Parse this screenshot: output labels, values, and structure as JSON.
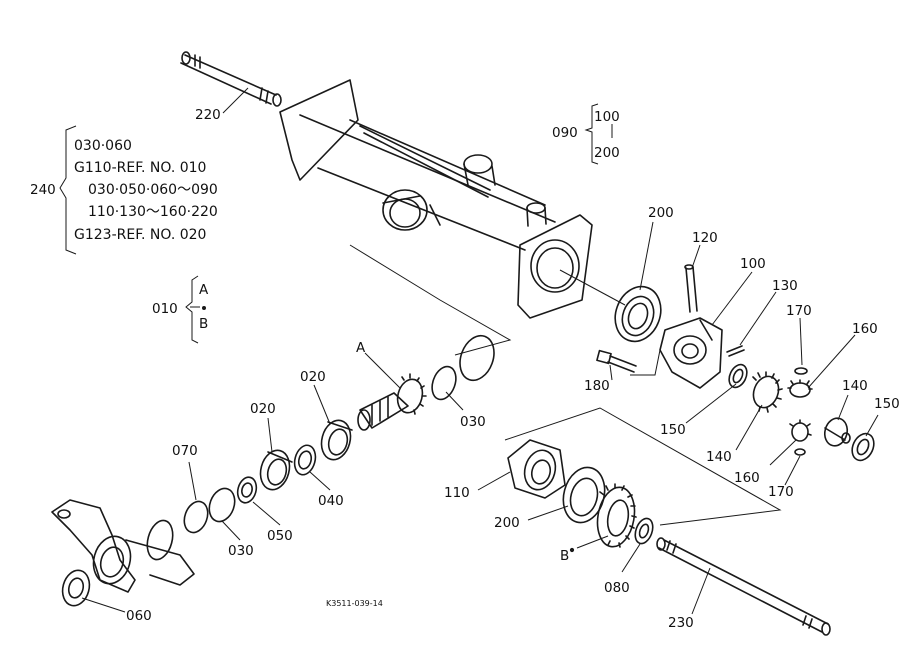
{
  "callouts": {
    "c220": "220",
    "c090": "090",
    "c100a": "100",
    "c200a": "200",
    "c200b": "200",
    "c120": "120",
    "c100b": "100",
    "c130": "130",
    "c170a": "170",
    "c160a": "160",
    "c180": "180",
    "c150a": "150",
    "c140a": "140",
    "c150b": "150",
    "c140b": "140",
    "c160b": "160",
    "c170b": "170",
    "c010": "010",
    "cA_top": "A",
    "cB_top": "B",
    "cA_shaft": "A",
    "c020a": "020",
    "c020b": "020",
    "c030a": "030",
    "c070": "070",
    "c040": "040",
    "c050": "050",
    "c030b": "030",
    "c060": "060",
    "c110": "110",
    "c200c": "200",
    "cB_gear": "B",
    "c080": "080",
    "c230": "230",
    "c240": "240"
  },
  "group_240": [
    "030·060",
    "G110-REF. NO. 010",
    "030·050·060～090",
    "110·130～160·220",
    "G123-REF. NO. 020"
  ],
  "drawing_code": "K3511-039-14"
}
